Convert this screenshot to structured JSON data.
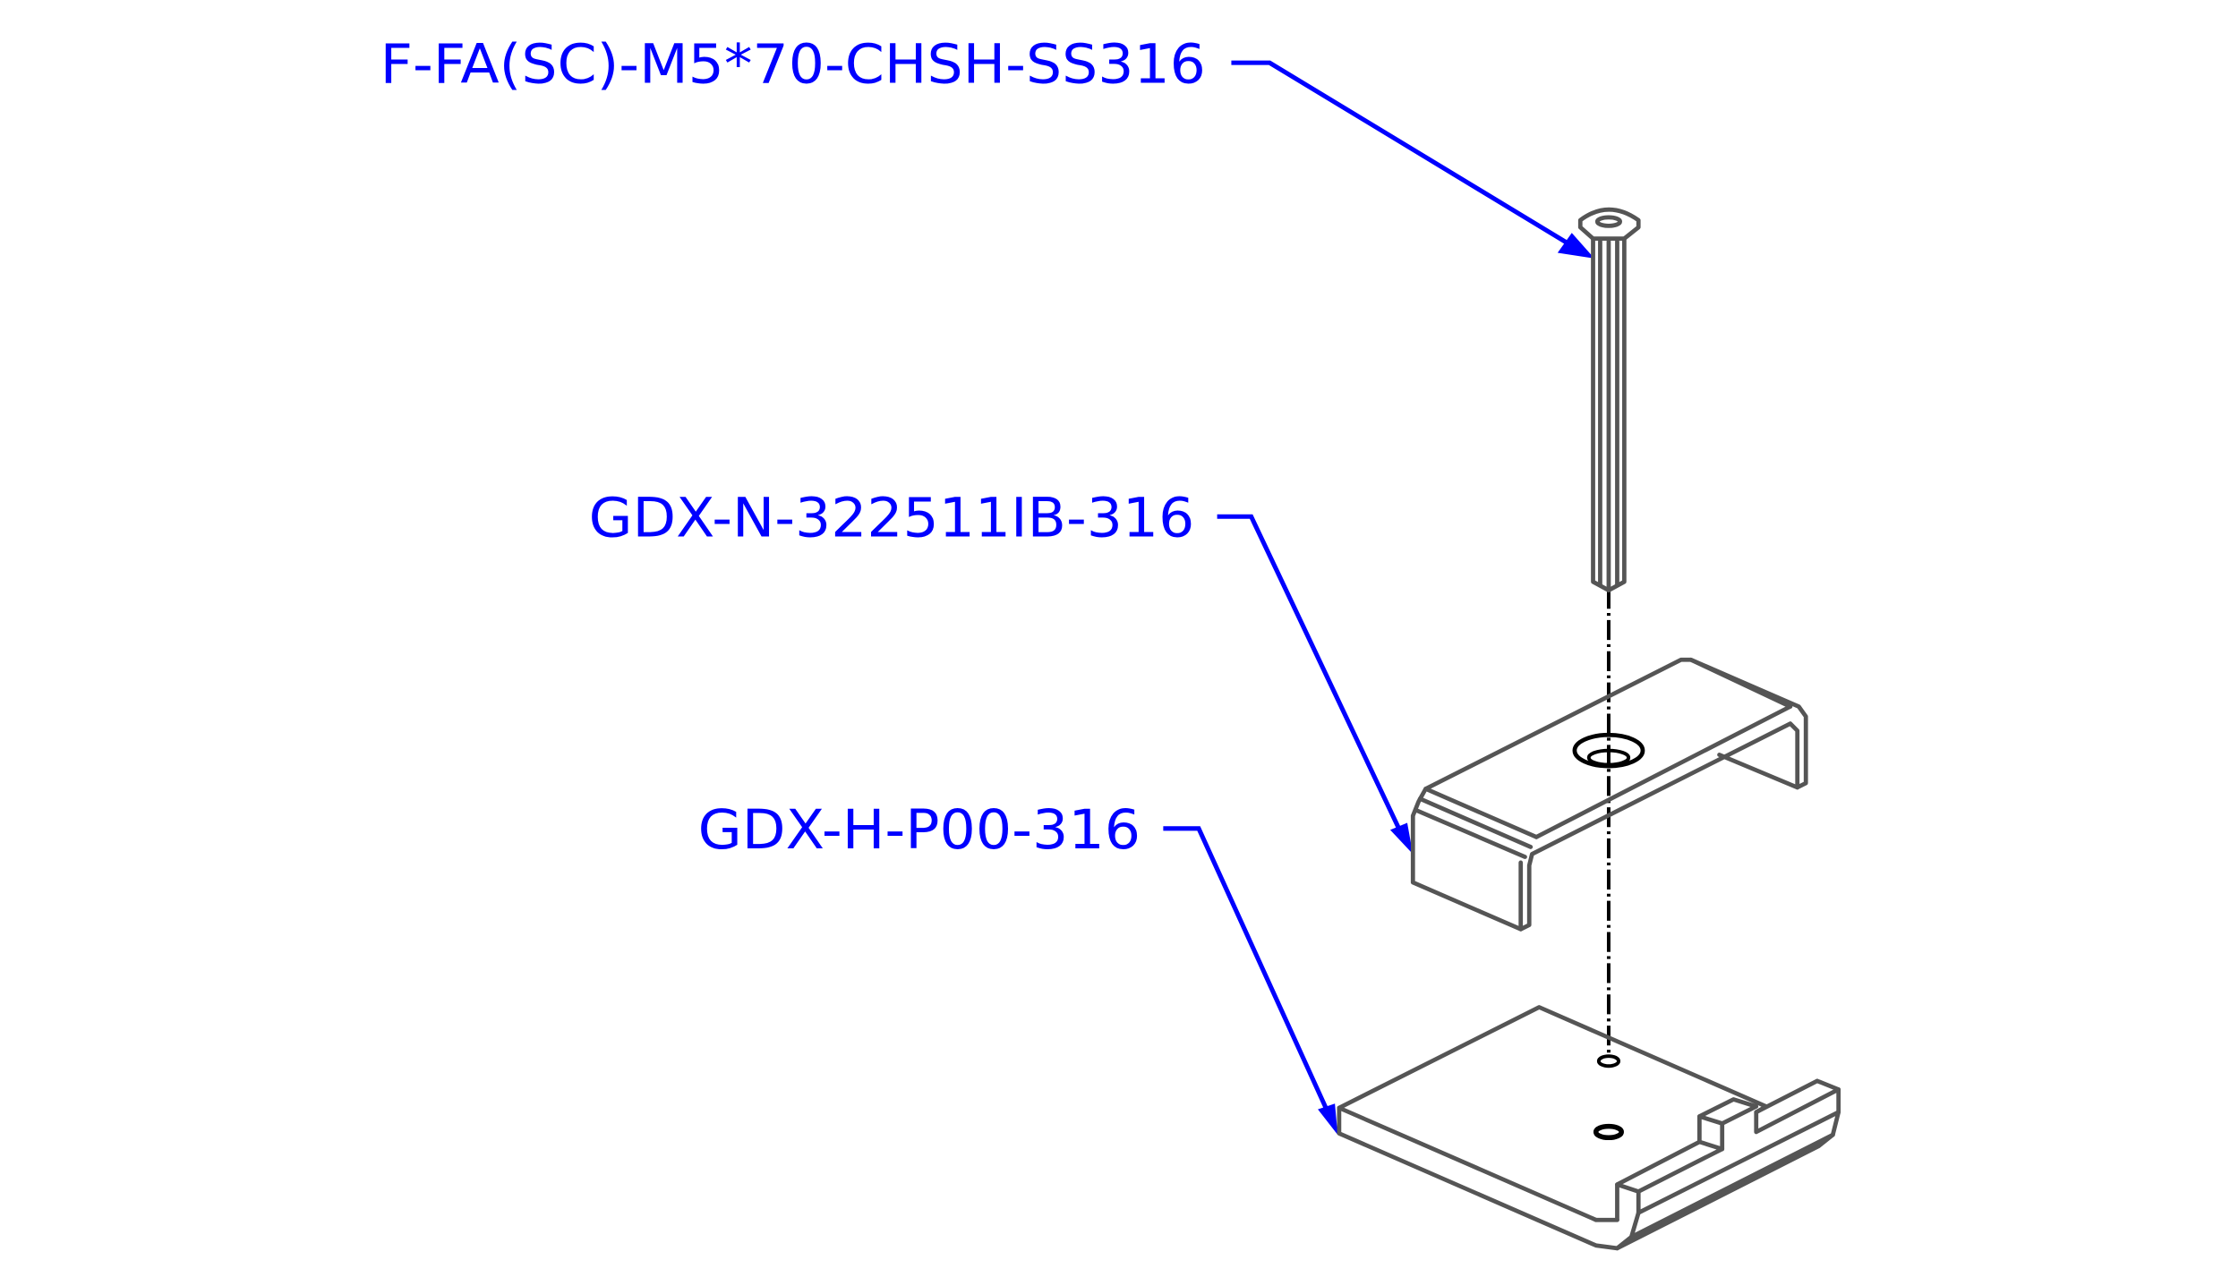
{
  "callouts": [
    {
      "part_number": "F-FA(SC)-M5*70-CHSH-SS316"
    },
    {
      "part_number": "GDX-N-322511IB-316"
    },
    {
      "part_number": "GDX-H-P00-316"
    }
  ],
  "colors": {
    "callout": "#0000ff",
    "part_lines": "#555555"
  }
}
